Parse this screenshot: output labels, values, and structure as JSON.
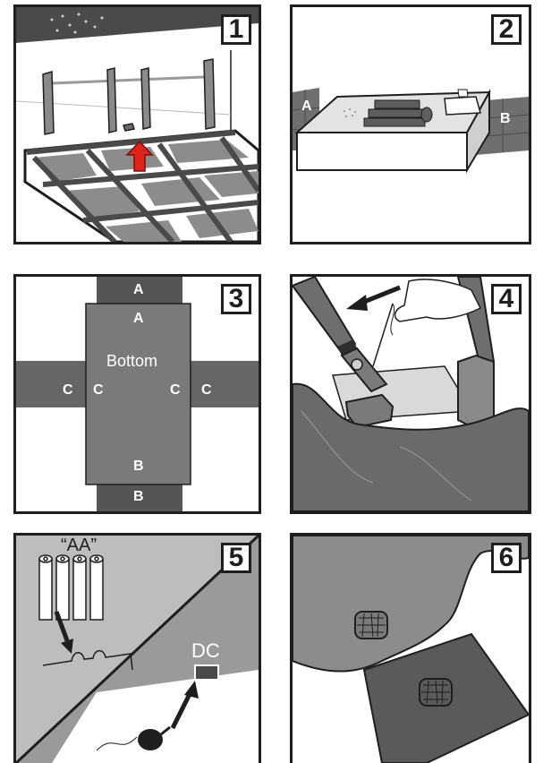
{
  "panels": [
    {
      "number": "1"
    },
    {
      "number": "2",
      "labels": {
        "left": "A",
        "right": "B"
      }
    },
    {
      "number": "3",
      "labels": {
        "top_outer": "A",
        "top_inner": "A",
        "center": "Bottom",
        "left_outer": "C",
        "left_inner": "C",
        "right_inner": "C",
        "right_outer": "C",
        "bottom_inner": "B",
        "bottom_outer": "B"
      }
    },
    {
      "number": "4"
    },
    {
      "number": "5",
      "labels": {
        "battery": "“AA”",
        "dc": "DC"
      }
    },
    {
      "number": "6"
    }
  ],
  "colors": {
    "border": "#1e1e1e",
    "dark_gray": "#4a4a4a",
    "mid_gray": "#7a7a7a",
    "light_gray": "#b5b5b5",
    "pale_gray": "#d6d6d6",
    "arrow_red": "#e0241b"
  }
}
